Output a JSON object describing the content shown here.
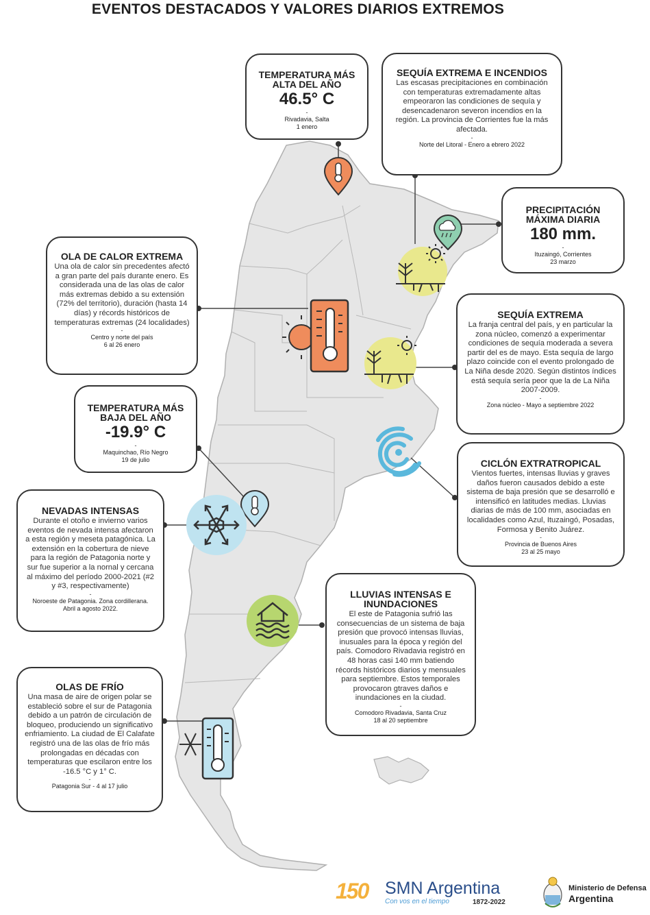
{
  "title": "EVENTOS DESTACADOS Y VALORES DIARIOS EXTREMOS",
  "colors": {
    "map_fill": "#e6e6e6",
    "map_stroke": "#b0b0b0",
    "hot": "#ef8c5c",
    "drought": "#e9e88d",
    "rain": "#8fcfb0",
    "cold": "#bfe3f0",
    "flood": "#b7d66f",
    "cyclone": "#5ab8dc",
    "outline": "#333333"
  },
  "boxes": {
    "temp_max": {
      "title": "TEMPERATURA MÁS ALTA DEL AÑO",
      "value": "46.5° C",
      "dash": "-",
      "location": "Rivadavia, Salta",
      "date": "1 enero"
    },
    "sequia_incendios": {
      "title": "SEQUÍA EXTREMA E INCENDIOS",
      "body": "Las escasas precipitaciones en combinación con temperaturas extremadamente altas empeoraron las condiciones de sequía y desencadenaron severon incendios en la región. La provincia de Corrientes fue la más afectada.",
      "dash": "-",
      "source": "Norte del Litoral - Enero a ebrero 2022"
    },
    "precip_max": {
      "title": "PRECIPITACIÓN MÁXIMA DIARIA",
      "value": "180 mm.",
      "dash": "-",
      "location": "Ituzaingó, Corrientes",
      "date": "23 marzo"
    },
    "ola_calor": {
      "title": "OLA DE CALOR EXTREMA",
      "body": "Una ola de calor sin precedentes afectó a gran parte del país durante enero. Es considerada una de las olas de calor más extremas debido a su extensión (72% del territorio), duración (hasta 14 días) y récords históricos de temperaturas extremas (24 localidades)",
      "dash": "-",
      "location": "Centro y norte del país",
      "date": "6 al 26 enero"
    },
    "sequia_extrema": {
      "title": "SEQUÍA EXTREMA",
      "body": "La franja central del país, y en particular la zona núcleo, comenzó a experimentar condiciones de sequía moderada a severa  partir del es de mayo. Esta sequía de largo plazo coincide con el evento prolongado de La Niña desde 2020. Según distintos índices está sequía sería peor que la de La Niña 2007-2009.",
      "dash": "-",
      "source": "Zona núcleo - Mayo a septiembre 2022"
    },
    "temp_min": {
      "title": "TEMPERATURA MÁS BAJA DEL AÑO",
      "value": "-19.9° C",
      "dash": "-",
      "location": "Maquinchao, Río Negro",
      "date": "19 de julio"
    },
    "ciclon": {
      "title": "CICLÓN EXTRATROPICAL",
      "body": "Vientos fuertes, intensas lluvias y graves daños fueron causados debido a este sistema de baja presión que se desarrolló e intensificó en latitudes medias. Lluvias diarias de más de 100 mm, asociadas en localidades como Azul, Ituzaingó, Posadas, Formosa y Benito Juárez.",
      "dash": "-",
      "location": "Provincia de Buenos Aires",
      "date": "23 al 25 mayo"
    },
    "nevadas": {
      "title": "NEVADAS INTENSAS",
      "body": "Durante el otoño e invierno varios eventos de nevada intensa afectaron a esta región y meseta patagónica. La extensión en la cobertura de nieve para la región de Patagonia norte y sur fue superior a la nornal y cercana al máximo del período 2000-2021 (#2 y #3, respectivamente)",
      "dash": "-",
      "location": "Noroeste de Patagonia. Zona cordillerana.",
      "date": "Abril a agosto 2022."
    },
    "lluvias": {
      "title": "LLUVIAS INTENSAS E INUNDACIONES",
      "body": "El este de Patagonia sufrió las consecuencias de un sistema de baja presión que provocó intensas lluvias, inusuales para la época y región del país. Comodoro Rivadavia registró en 48 horas casi 140 mm batiendo récords históricos diarios y mensuales para septiembre. Estos temporales provocaron gtraves daños e inundaciones en la ciudad.",
      "dash": "-",
      "location": "Comodoro Rivadavia, Santa Cruz",
      "date": "18 al 20 septiembre"
    },
    "olas_frio": {
      "title": "OLAS DE FRÍO",
      "body": "Una masa de aire de origen polar se estableció sobre el sur de Patagonia debido a un patrón de circulación de bloqueo, produciendo un significativo enfriamiento. La ciudad de El Calafate registró una de las olas de frío más prolongadas en décadas con temperaturas que escilaron entre los -16.5 °C y 1° C.",
      "dash": "-",
      "source": "Patagonia Sur - 4 al 17 julio"
    }
  },
  "footer": {
    "smn_number": "150",
    "smn_name": "SMN Argentina",
    "smn_tagline": "Con vos en el tiempo",
    "smn_years": "1872-2022",
    "ministry_line1": "Ministerio de Defensa",
    "ministry_line2": "Argentina"
  }
}
